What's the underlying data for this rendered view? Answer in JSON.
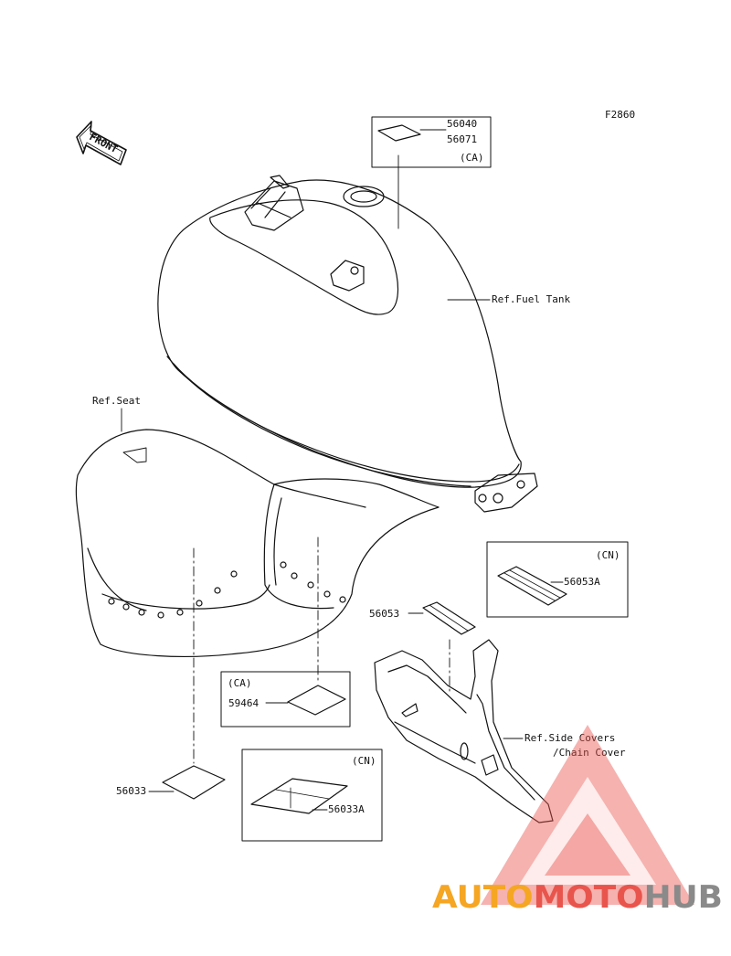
{
  "diagram": {
    "code": "F2860",
    "front_label": "FRONT",
    "colors": {
      "line": "#111111",
      "watermark_red": "#e8554d",
      "watermark_orange": "#f5a623",
      "watermark_gray": "#8a8a8a"
    },
    "labels": {
      "p56040": "56040",
      "p56071": "56071",
      "ca_top": "(CA)",
      "ref_fuel_tank": "Ref.Fuel Tank",
      "ref_seat": "Ref.Seat",
      "cn_right": "(CN)",
      "p56053a": "56053A",
      "p56053": "56053",
      "ca_mid": "(CA)",
      "p59464": "59464",
      "ref_side_covers": "Ref.Side Covers",
      "chain_cover": "/Chain Cover",
      "cn_bottom": "(CN)",
      "p56033": "56033",
      "p56033a": "56033A"
    }
  },
  "watermark": {
    "part1": "AUTO",
    "part2": "MOTO",
    "part3": "HUB"
  }
}
